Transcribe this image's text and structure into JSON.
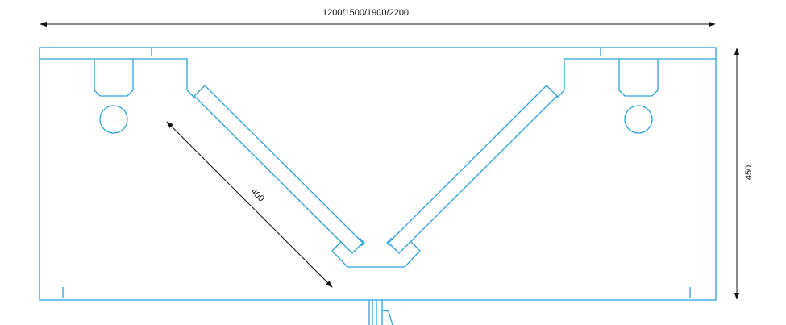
{
  "dimensions": {
    "width_label": "1200/1500/1900/2200",
    "depth_label": "450",
    "panel_label": "400"
  },
  "colors": {
    "outline": "#29a3dc",
    "dimension": "#111111"
  }
}
